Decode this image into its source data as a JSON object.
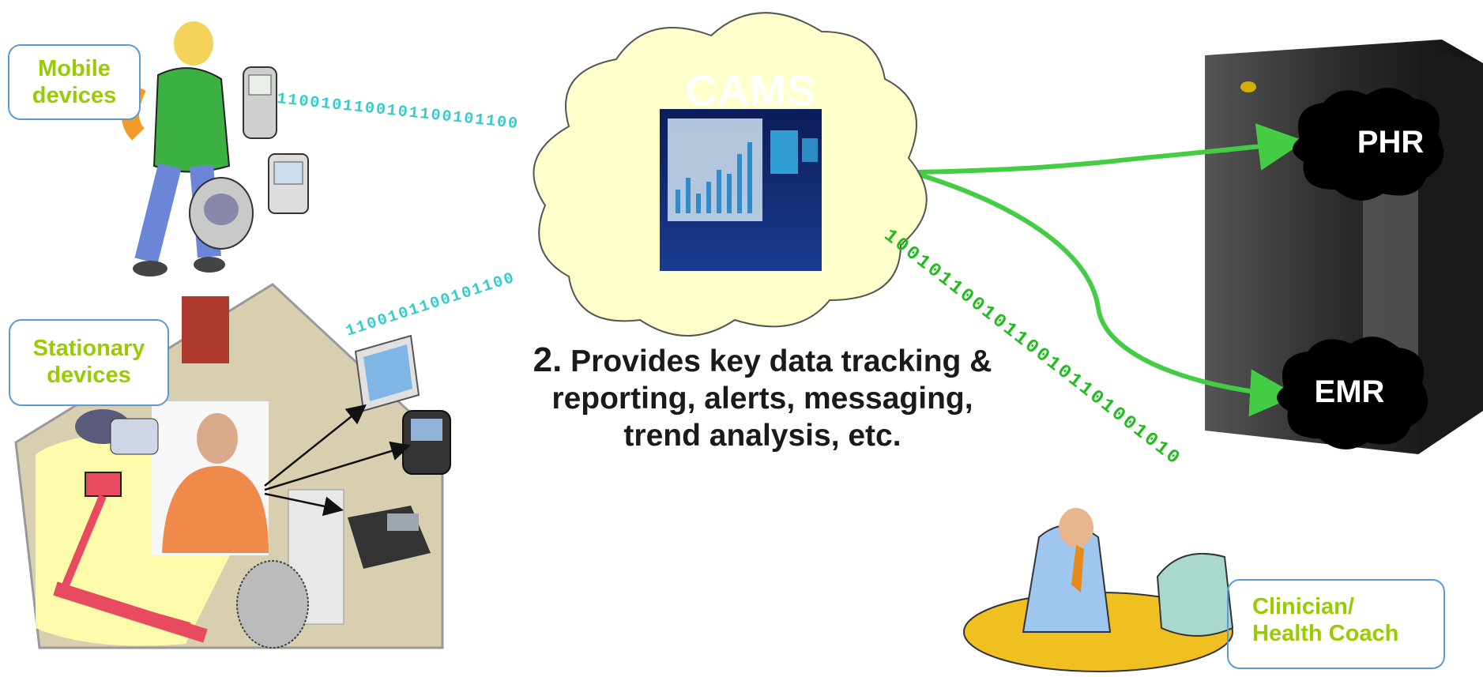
{
  "callouts": {
    "mobile": [
      "Mobile",
      "devices"
    ],
    "stationary": [
      "Stationary",
      "devices"
    ],
    "clinician": [
      "Clinician/",
      "Health Coach"
    ]
  },
  "cams": {
    "title": "CAMS"
  },
  "caption": {
    "number": "2.",
    "line1": "Provides key data tracking &",
    "line2": "reporting, alerts, messaging,",
    "line3": "trend analysis, etc."
  },
  "records": {
    "phr": "PHR",
    "emr": "EMR"
  },
  "data_streams": {
    "mobile": "1100101100101100101100",
    "home": "1100101100101100",
    "clinician": "100101100101100101101001010"
  },
  "colors": {
    "callout_text": "#99cc00",
    "callout_border": "#5b9bd5",
    "stream_teal": "#33cccc",
    "stream_green": "#22bb22",
    "arrow_green": "#44cc44",
    "cloud_fill": "#ffffcc",
    "server": "#2b2b2b"
  }
}
